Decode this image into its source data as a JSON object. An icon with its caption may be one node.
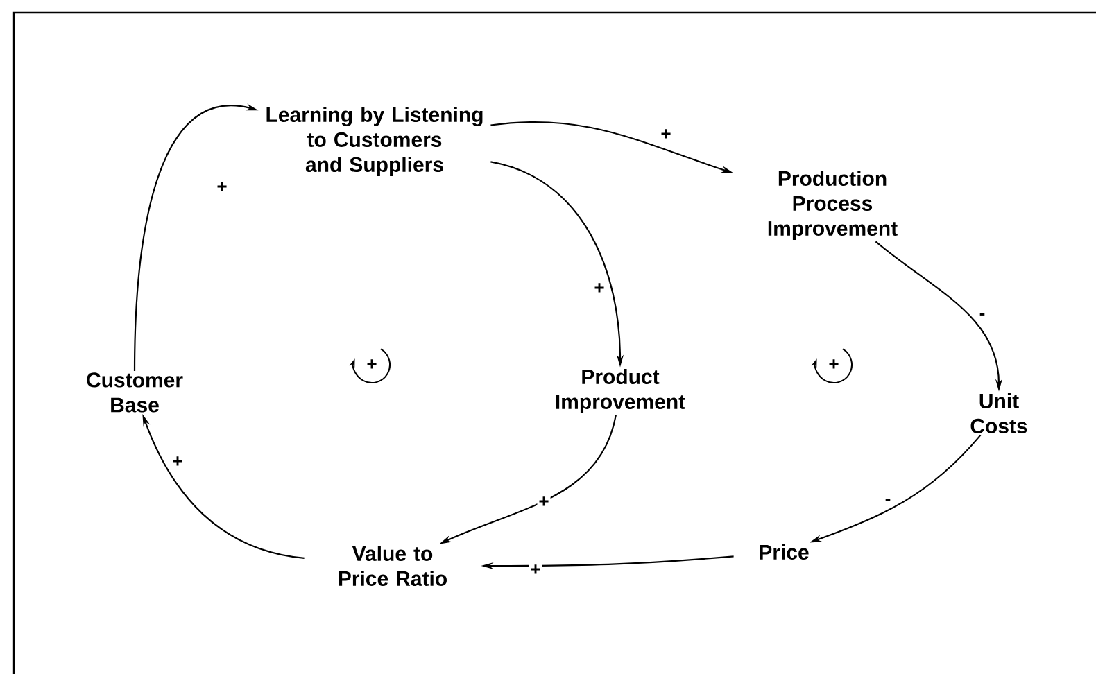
{
  "diagram": {
    "nodes": [
      {
        "text": [
          "Learning by Listening to Customers and Suppliers"
        ]
      },
      {
        "text": [
          "Production Process Improvement"
        ]
      },
      {
        "text": [
          "Customer Base"
        ]
      },
      {
        "text": [
          "Product Improvement"
        ]
      },
      {
        "text": [
          "Unit Costs"
        ]
      },
      {
        "text": [
          "Value to Price Ratio"
        ]
      },
      {
        "text": [
          "Price"
        ]
      }
    ],
    "edges": [
      {
        "from": 0,
        "to": 1,
        "arrow": "to",
        "label": "+"
      },
      {
        "from": 0,
        "to": 3,
        "arrow": "to",
        "label": "+"
      },
      {
        "from": 2,
        "to": 0,
        "arrow": "to",
        "label": "+"
      },
      {
        "from": 3,
        "to": 5,
        "arrow": "to",
        "label": "+"
      },
      {
        "from": 5,
        "to": 2,
        "arrow": "to",
        "label": "+"
      },
      {
        "from": 1,
        "to": 4,
        "arrow": "to",
        "label": "-"
      },
      {
        "from": 4,
        "to": 6,
        "arrow": "to",
        "label": "-"
      },
      {
        "from": 6,
        "to": 5,
        "arrow": "to",
        "label": "+"
      }
    ],
    "labels": [
      "+",
      "+"
    ]
  }
}
